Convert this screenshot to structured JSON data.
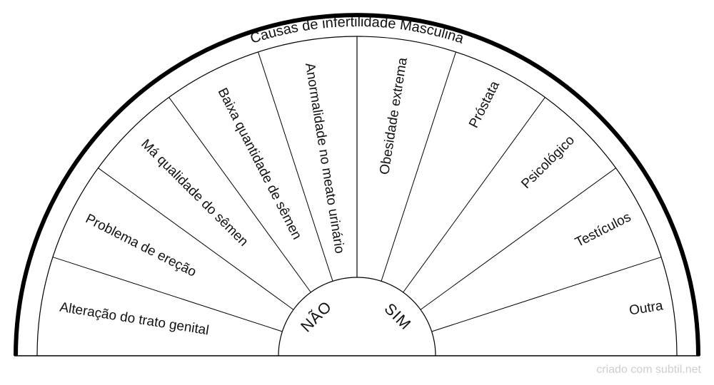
{
  "diagram": {
    "title": "Causas de infertilidade Masculina",
    "left_label": "NÃO",
    "right_label": "SIM",
    "segments": [
      "Alteração do trato genital",
      "Problema de ereção",
      "Má qualidade do sêmen",
      "Baixa quantidade de sêmen",
      "Anormalidade no meato urinário",
      "Obesidade extrema",
      "Próstata",
      "Psicológico",
      "Testículos",
      "Outra"
    ],
    "colors": {
      "stroke": "#000000",
      "text": "#111111",
      "background": "#ffffff"
    }
  },
  "footer": {
    "credit": "criado com subtil.net"
  }
}
